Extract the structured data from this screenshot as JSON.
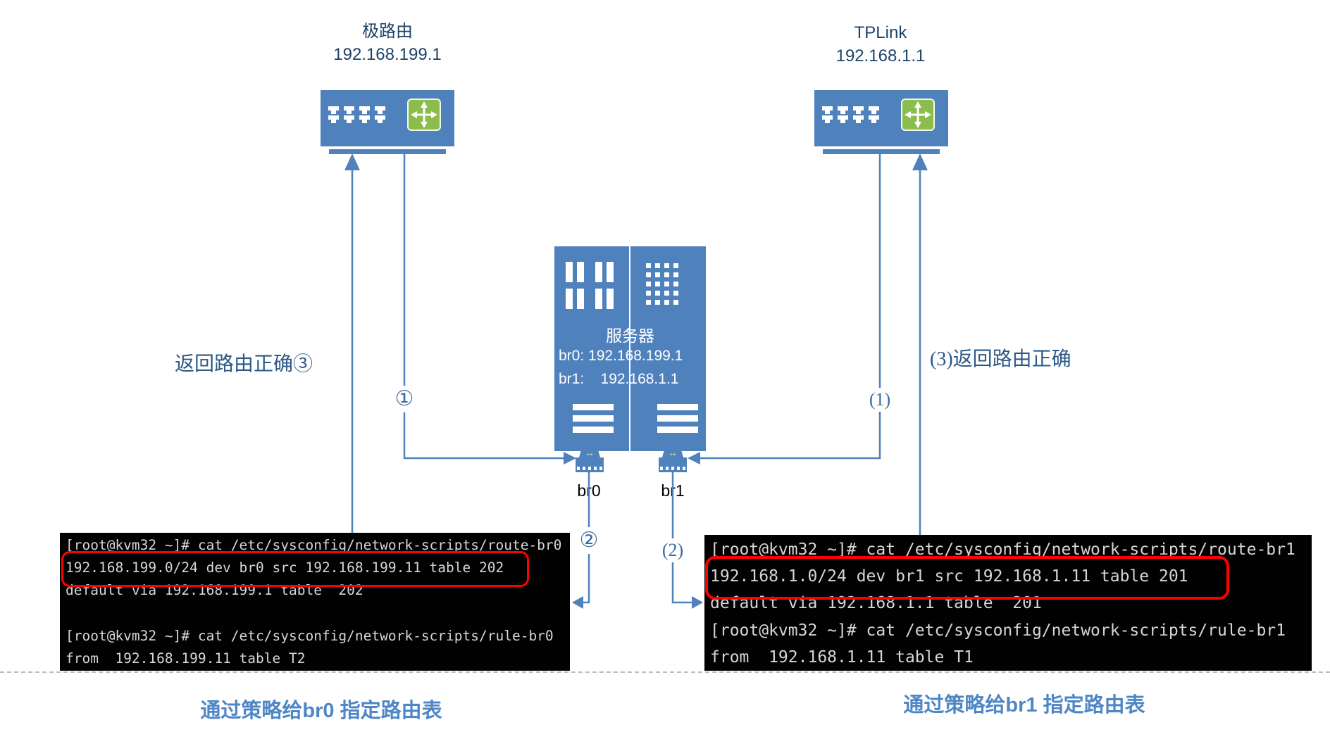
{
  "routers": {
    "left": {
      "name": "极路由",
      "ip": "192.168.199.1"
    },
    "right": {
      "name": "TPLink",
      "ip": "192.168.1.1"
    }
  },
  "server": {
    "title": "服务器",
    "br0_line": "br0: 192.168.199.1",
    "br1_line": "br1:    192.168.1.1"
  },
  "bridges": {
    "left": "br0",
    "right": "br1"
  },
  "steps": {
    "s1_left": "①",
    "s1_right": "(1)",
    "s2_left": "②",
    "s2_right": "(2)",
    "return_left": "返回路由正确③",
    "return_right": "(3)返回路由正确"
  },
  "terminals": {
    "left": {
      "lines": [
        "[root@kvm32 ~]# cat /etc/sysconfig/network-scripts/route-br0",
        "192.168.199.0/24 dev br0 src 192.168.199.11 table 202",
        "default via 192.168.199.1 table  202",
        "",
        "[root@kvm32 ~]# cat /etc/sysconfig/network-scripts/rule-br0",
        "from  192.168.199.11 table T2"
      ],
      "highlighted_line": "192.168.199.0/24 dev br0 src 192.168.199.11 table 202"
    },
    "right": {
      "lines": [
        "[root@kvm32 ~]# cat /etc/sysconfig/network-scripts/route-br1",
        "192.168.1.0/24 dev br1 src 192.168.1.11 table 201",
        "default via 192.168.1.1 table  201",
        "[root@kvm32 ~]# cat /etc/sysconfig/network-scripts/rule-br1",
        "from  192.168.1.11 table T1"
      ],
      "highlighted_line": "192.168.1.0/24 dev br1 src 192.168.1.11 table 201"
    }
  },
  "captions": {
    "left": {
      "pre": "通过策略给",
      "code": "br0",
      "post": " 指定路由表"
    },
    "right": {
      "pre": "通过策略给",
      "code": "br1",
      "post": " 指定路由表"
    }
  },
  "colors": {
    "device_blue": "#4F81BD",
    "symbol_green": "#8ABD4C",
    "line_blue": "#4F81BD",
    "highlight_red": "#FE0000",
    "caption_blue": "#4E86C6",
    "note_blue": "#2B5886",
    "label_navy": "#1F4268",
    "terminal_bg": "#010101",
    "terminal_fg": "#D6D6D6"
  }
}
